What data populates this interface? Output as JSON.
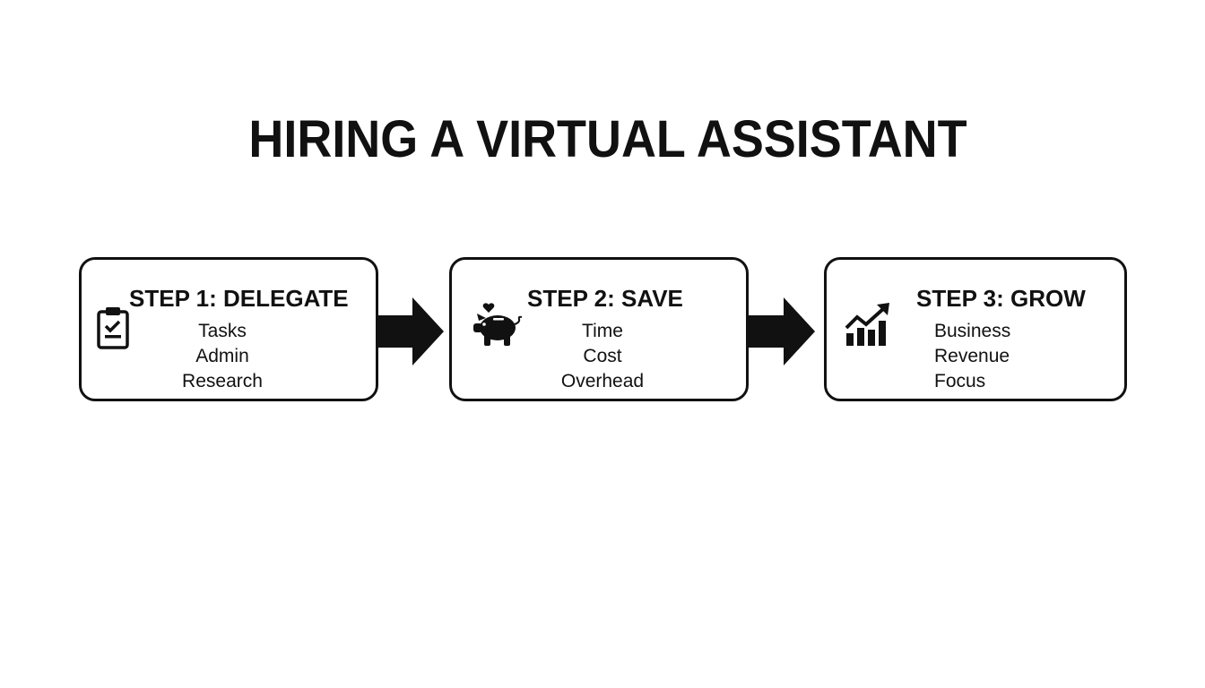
{
  "title": "HIRING A VIRTUAL ASSISTANT",
  "steps": [
    {
      "title": "STEP 1: DELEGATE",
      "icon": "clipboard-check-icon",
      "items": [
        "Tasks",
        "Admin",
        "Research"
      ]
    },
    {
      "title": "STEP 2: SAVE",
      "icon": "piggy-bank-icon",
      "items": [
        "Time",
        "Cost",
        "Overhead"
      ]
    },
    {
      "title": "STEP 3: GROW",
      "icon": "growth-chart-icon",
      "items": [
        "Business",
        "Revenue",
        "Focus"
      ]
    }
  ],
  "connectors": [
    "arrow-right-icon",
    "arrow-right-icon"
  ],
  "colors": {
    "ink": "#111111",
    "background": "#ffffff"
  }
}
